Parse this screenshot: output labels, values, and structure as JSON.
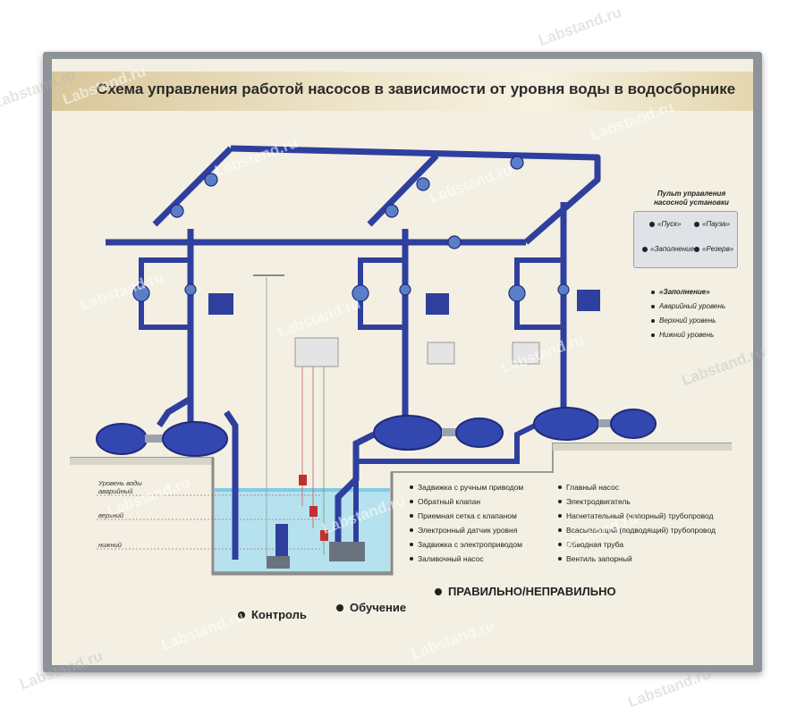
{
  "title": "Схема управления работой насосов в зависимости от уровня воды в водосборнике",
  "control_panel": {
    "title": "Пульт управления насосной установки",
    "buttons": [
      "«Пуск»",
      "«Пауза»",
      "«Заполнение»",
      "«Резерв»"
    ]
  },
  "indicators": [
    "«Заполнение»",
    "Аварийный уровень",
    "Верхний уровень",
    "Нижний уровень"
  ],
  "levels": [
    "Уровень воды аварийный",
    "верхний",
    "нижний"
  ],
  "legend_left": [
    "Задвижка с ручным приводом",
    "Обратный клапан",
    "Приемная сетка с клапаном",
    "Электронный датчик уровня",
    "Задвижка с электроприводом",
    "Заливочный насос"
  ],
  "legend_right": [
    "Главный насос",
    "Электродвигатель",
    "Нагнетательный (напорный) трубопровод",
    "Всасывающий (подводящий) трубопровод",
    "Обводная труба",
    "Вентиль запорный"
  ],
  "modes": [
    "Контроль",
    "Обучение",
    "ПРАВИЛЬНО/НЕПРАВИЛЬНО"
  ],
  "watermark": "Labstand.ru",
  "colors": {
    "pipe": "#2f3f9e",
    "pipe_dark": "#1f2b7a",
    "water": "#a9dff0",
    "board": "#f3efe3",
    "frame": "#8e939a"
  }
}
